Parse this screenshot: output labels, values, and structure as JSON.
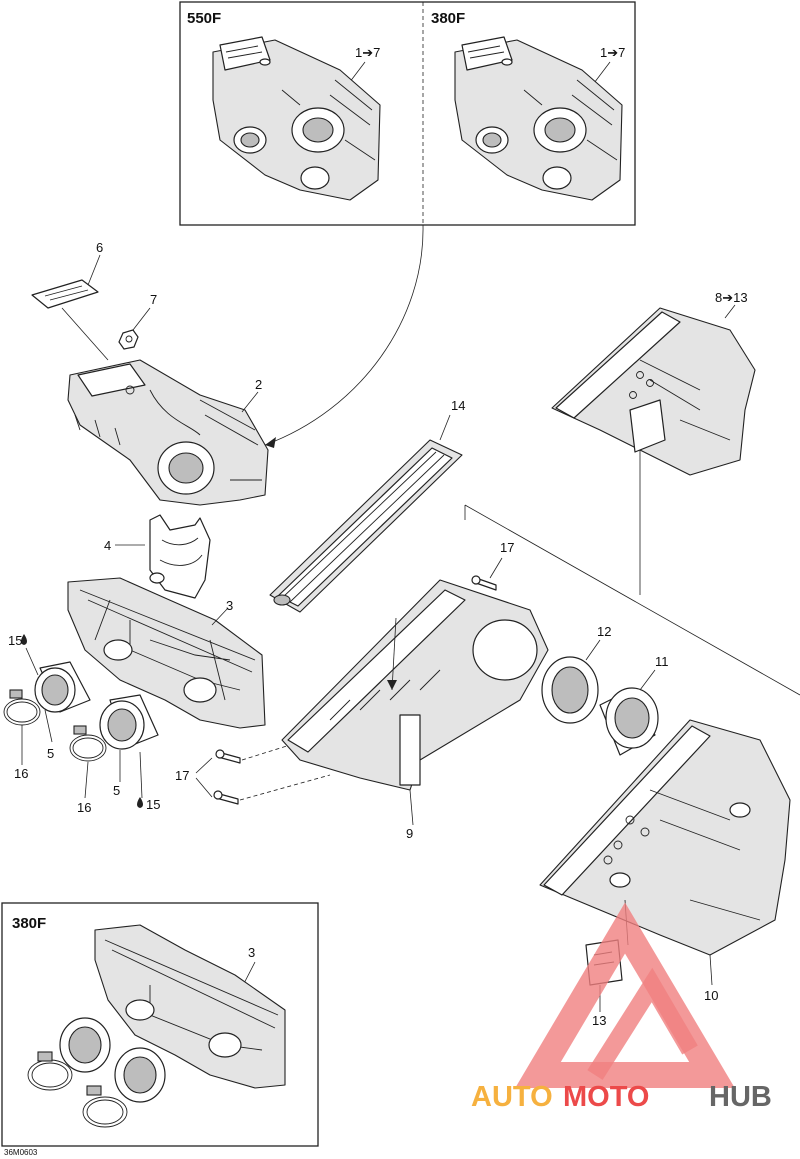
{
  "inset_top": {
    "left_label": "550F",
    "right_label": "380F",
    "left_ref": "1➔7",
    "right_ref": "1➔7"
  },
  "inset_bottom": {
    "label": "380F",
    "ref": "3"
  },
  "callouts": {
    "c6": "6",
    "c7": "7",
    "c2": "2",
    "c4": "4",
    "c3": "3",
    "c14": "14",
    "c8_13": "8➔13",
    "c17a": "17",
    "c17b": "17",
    "c12": "12",
    "c11": "11",
    "c15a": "15",
    "c15b": "15",
    "c5a": "5",
    "c5b": "5",
    "c16a": "16",
    "c16b": "16",
    "c9": "9",
    "c10": "10",
    "c13": "13"
  },
  "drawing_code": "36M0603",
  "watermark": {
    "auto": "AUTO",
    "moto": "MOTO",
    "hub": "HUB"
  }
}
